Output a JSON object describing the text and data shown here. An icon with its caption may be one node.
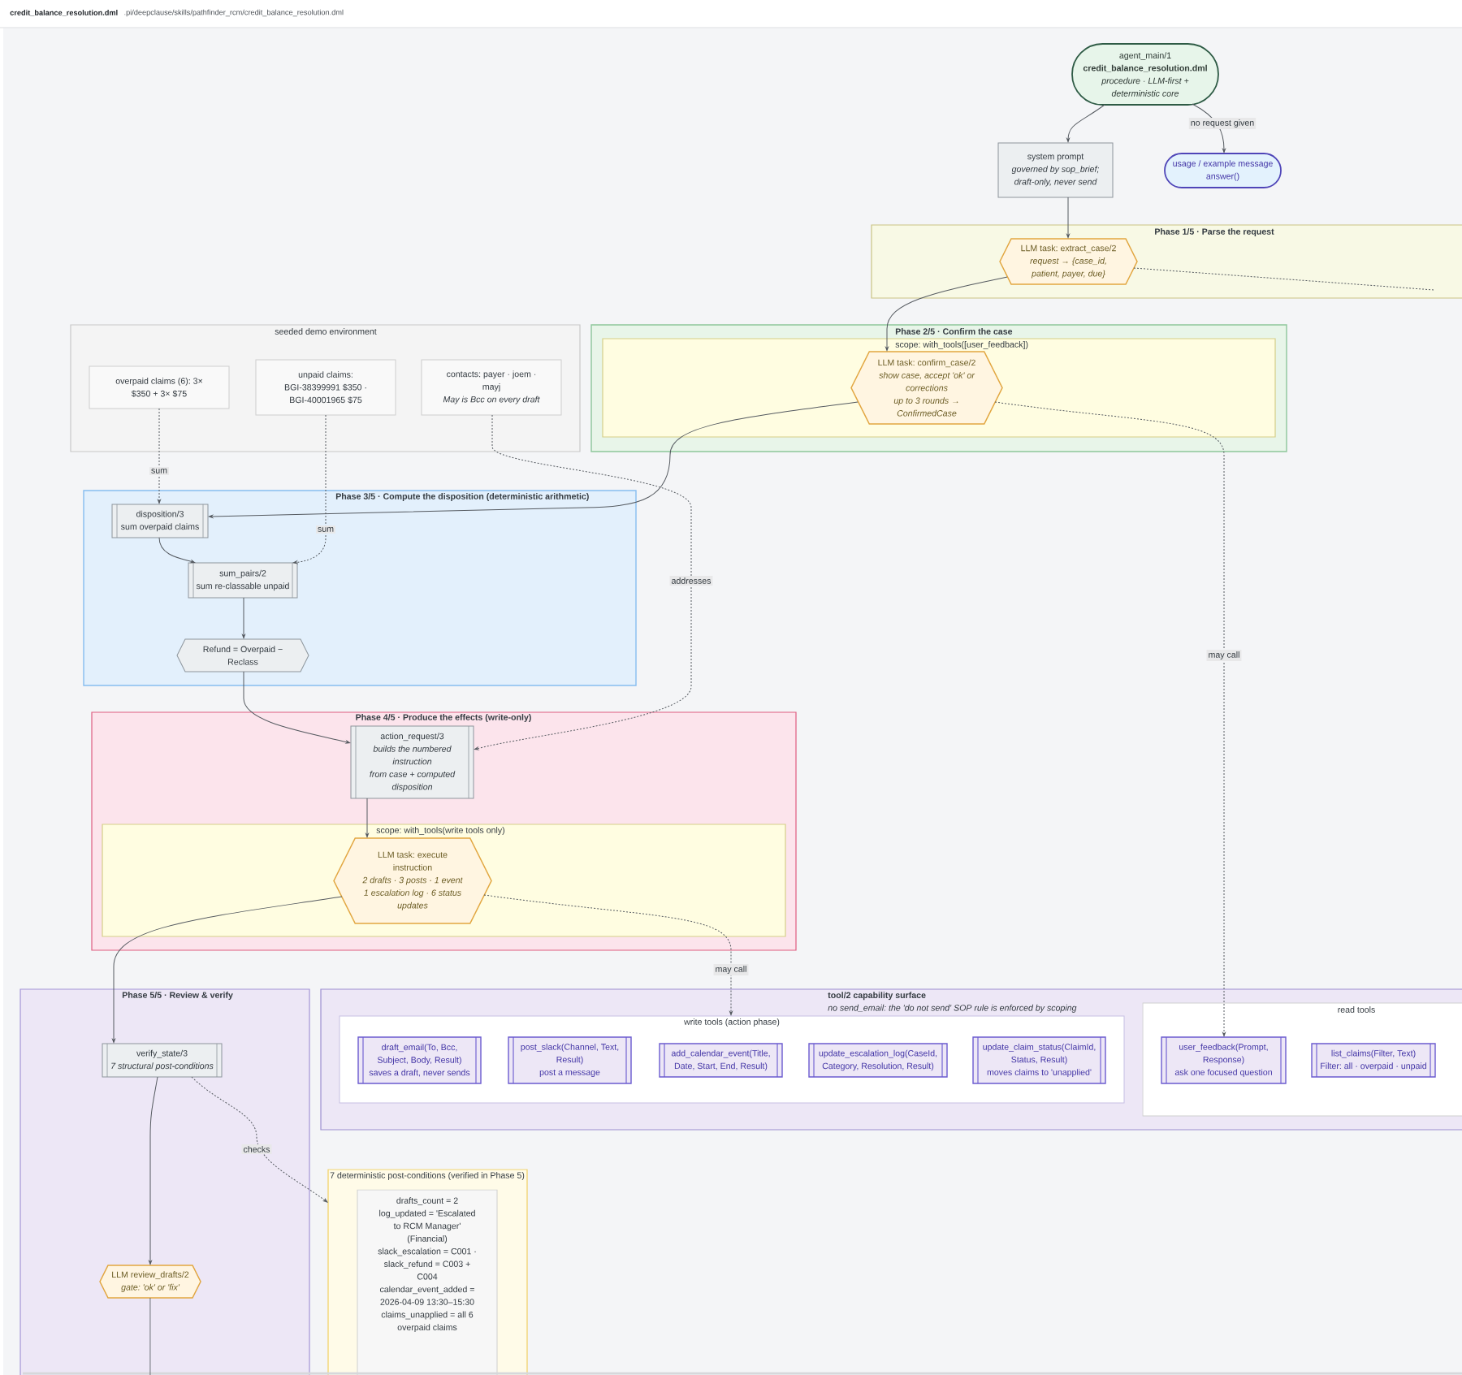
{
  "diagram": {
    "title": "credit_balance_resolution.dml",
    "nodes": [
      {
        "text": [
          "agent_main/1",
          "credit_balance_resolution.dml",
          "procedure · LLM-first + deterministic core"
        ]
      },
      {
        "text": [
          "system prompt",
          "governed by sop_brief; draft-only, never send"
        ]
      },
      {
        "text": [
          "usage / example message",
          "answer()"
        ]
      },
      {
        "text": [
          "Phase 1/5 · Parse the request"
        ]
      },
      {
        "text": [
          "LLM task: extract_case/2",
          "request → {case_id, patient, payer, due}"
        ],
        "in": 3
      },
      {
        "text": [
          "seeded demo environment"
        ]
      },
      {
        "text": [
          "overpaid claims (6): 3× $350 + 3× $75"
        ],
        "in": 5
      },
      {
        "text": [
          "unpaid claims: BGI-38399991 $350 · BGI-40001965 $75"
        ],
        "in": 5
      },
      {
        "text": [
          "contacts: payer · joem · mayj",
          "May is Bcc on every draft"
        ],
        "in": 5
      },
      {
        "text": [
          "Phase 2/5 · Confirm the case"
        ]
      },
      {
        "text": [
          "scope: with_tools([user_feedback])"
        ],
        "in": 9
      },
      {
        "text": [
          "LLM task: confirm_case/2",
          "show case, accept 'ok' or corrections",
          "up to 3 rounds → ConfirmedCase"
        ],
        "in": 10
      },
      {
        "text": [
          "Phase 3/5 · Compute the disposition (deterministic arithmetic)"
        ]
      },
      {
        "text": [
          "disposition/3",
          "sum overpaid claims"
        ],
        "in": 12
      },
      {
        "text": [
          "sum_pairs/2",
          "sum re-classable unpaid"
        ],
        "in": 12
      },
      {
        "text": [
          "Refund = Overpaid − Reclass"
        ],
        "in": 12
      },
      {
        "text": [
          "Phase 4/5 · Produce the effects (write-only)"
        ]
      },
      {
        "text": [
          "action_request/3",
          "builds the numbered instruction",
          "from case + computed disposition"
        ],
        "in": 16
      },
      {
        "text": [
          "scope: with_tools(write tools only)"
        ],
        "in": 16
      },
      {
        "text": [
          "LLM task: execute instruction",
          "2 drafts · 3 posts · 1 event",
          "1 escalation log · 6 status updates"
        ],
        "in": 18
      },
      {
        "text": [
          "Phase 5/5 · Review & verify"
        ]
      },
      {
        "text": [
          "verify_state/3",
          "7 structural post-conditions"
        ],
        "in": 20
      },
      {
        "text": [
          "LLM review_drafts/2",
          "gate: 'ok' or 'fix'"
        ],
        "in": 20
      },
      {
        "text": [
          "tool/2 capability surface",
          "no send_email: the 'do not send' SOP rule is enforced by scoping"
        ]
      },
      {
        "text": [
          "write tools (action phase)"
        ],
        "in": 23
      },
      {
        "text": [
          "draft_email(To, Bcc, Subject, Body, Result)",
          "saves a draft, never sends"
        ],
        "in": 24
      },
      {
        "text": [
          "post_slack(Channel, Text, Result)",
          "post a message"
        ],
        "in": 24
      },
      {
        "text": [
          "add_calendar_event(Title, Date, Start, End, Result)"
        ],
        "in": 24
      },
      {
        "text": [
          "update_escalation_log(CaseId, Category, Resolution, Result)"
        ],
        "in": 24
      },
      {
        "text": [
          "update_claim_status(ClaimId, Status, Result)",
          "moves claims to 'unapplied'"
        ],
        "in": 24
      },
      {
        "text": [
          "read tools"
        ],
        "in": 23
      },
      {
        "text": [
          "user_feedback(Prompt, Response)",
          "ask one focused question"
        ],
        "in": 30
      },
      {
        "text": [
          "list_claims(Filter, Text)",
          "Filter: all · overpaid · unpaid"
        ],
        "in": 30
      },
      {
        "text": [
          "7 deterministic post-conditions (verified in Phase 5)"
        ]
      },
      {
        "text": [
          "drafts_count = 2",
          "log_updated = 'Escalated to RCM Manager' (Financial)",
          "slack_escalation = C001 · slack_refund = C003 + C004",
          "calendar_event_added = 2026-04-09 13:30–15:30",
          "claims_unapplied = all 6 overpaid claims"
        ],
        "in": 33
      }
    ],
    "edges": [
      {
        "from": 0,
        "to": 1,
        "arrow": "to"
      },
      {
        "from": 0,
        "to": 2,
        "arrow": "to",
        "label": "no request given"
      },
      {
        "from": 1,
        "to": 4,
        "arrow": "to"
      },
      {
        "from": 4,
        "to": null,
        "arrow": "none",
        "style": "dashed"
      },
      {
        "from": 4,
        "to": 11,
        "arrow": "to"
      },
      {
        "from": 11,
        "to": 13,
        "arrow": "to"
      },
      {
        "from": 11,
        "to": 31,
        "arrow": "to",
        "label": "may call",
        "style": "dashed"
      },
      {
        "from": 6,
        "to": 13,
        "arrow": "to",
        "label": "sum",
        "style": "dashed"
      },
      {
        "from": 7,
        "to": 14,
        "arrow": "to",
        "label": "sum",
        "style": "dashed"
      },
      {
        "from": 13,
        "to": 14,
        "arrow": "to"
      },
      {
        "from": 14,
        "to": 15,
        "arrow": "to"
      },
      {
        "from": 15,
        "to": 17,
        "arrow": "to"
      },
      {
        "from": 8,
        "to": 17,
        "arrow": "to",
        "label": "addresses",
        "style": "dashed"
      },
      {
        "from": 17,
        "to": 19,
        "arrow": "to"
      },
      {
        "from": 19,
        "to": 21,
        "arrow": "to"
      },
      {
        "from": 19,
        "to": 24,
        "arrow": "to",
        "label": "may call",
        "style": "dashed"
      },
      {
        "from": 21,
        "to": 22,
        "arrow": "to"
      },
      {
        "from": 22,
        "to": null,
        "arrow": "none"
      },
      {
        "from": 21,
        "to": 33,
        "arrow": "to",
        "label": "checks",
        "style": "dashed"
      }
    ],
    "labels": [
      ".pi/deepclause/skills/pathfinder_rcm/credit_balance_resolution.dml"
    ]
  }
}
